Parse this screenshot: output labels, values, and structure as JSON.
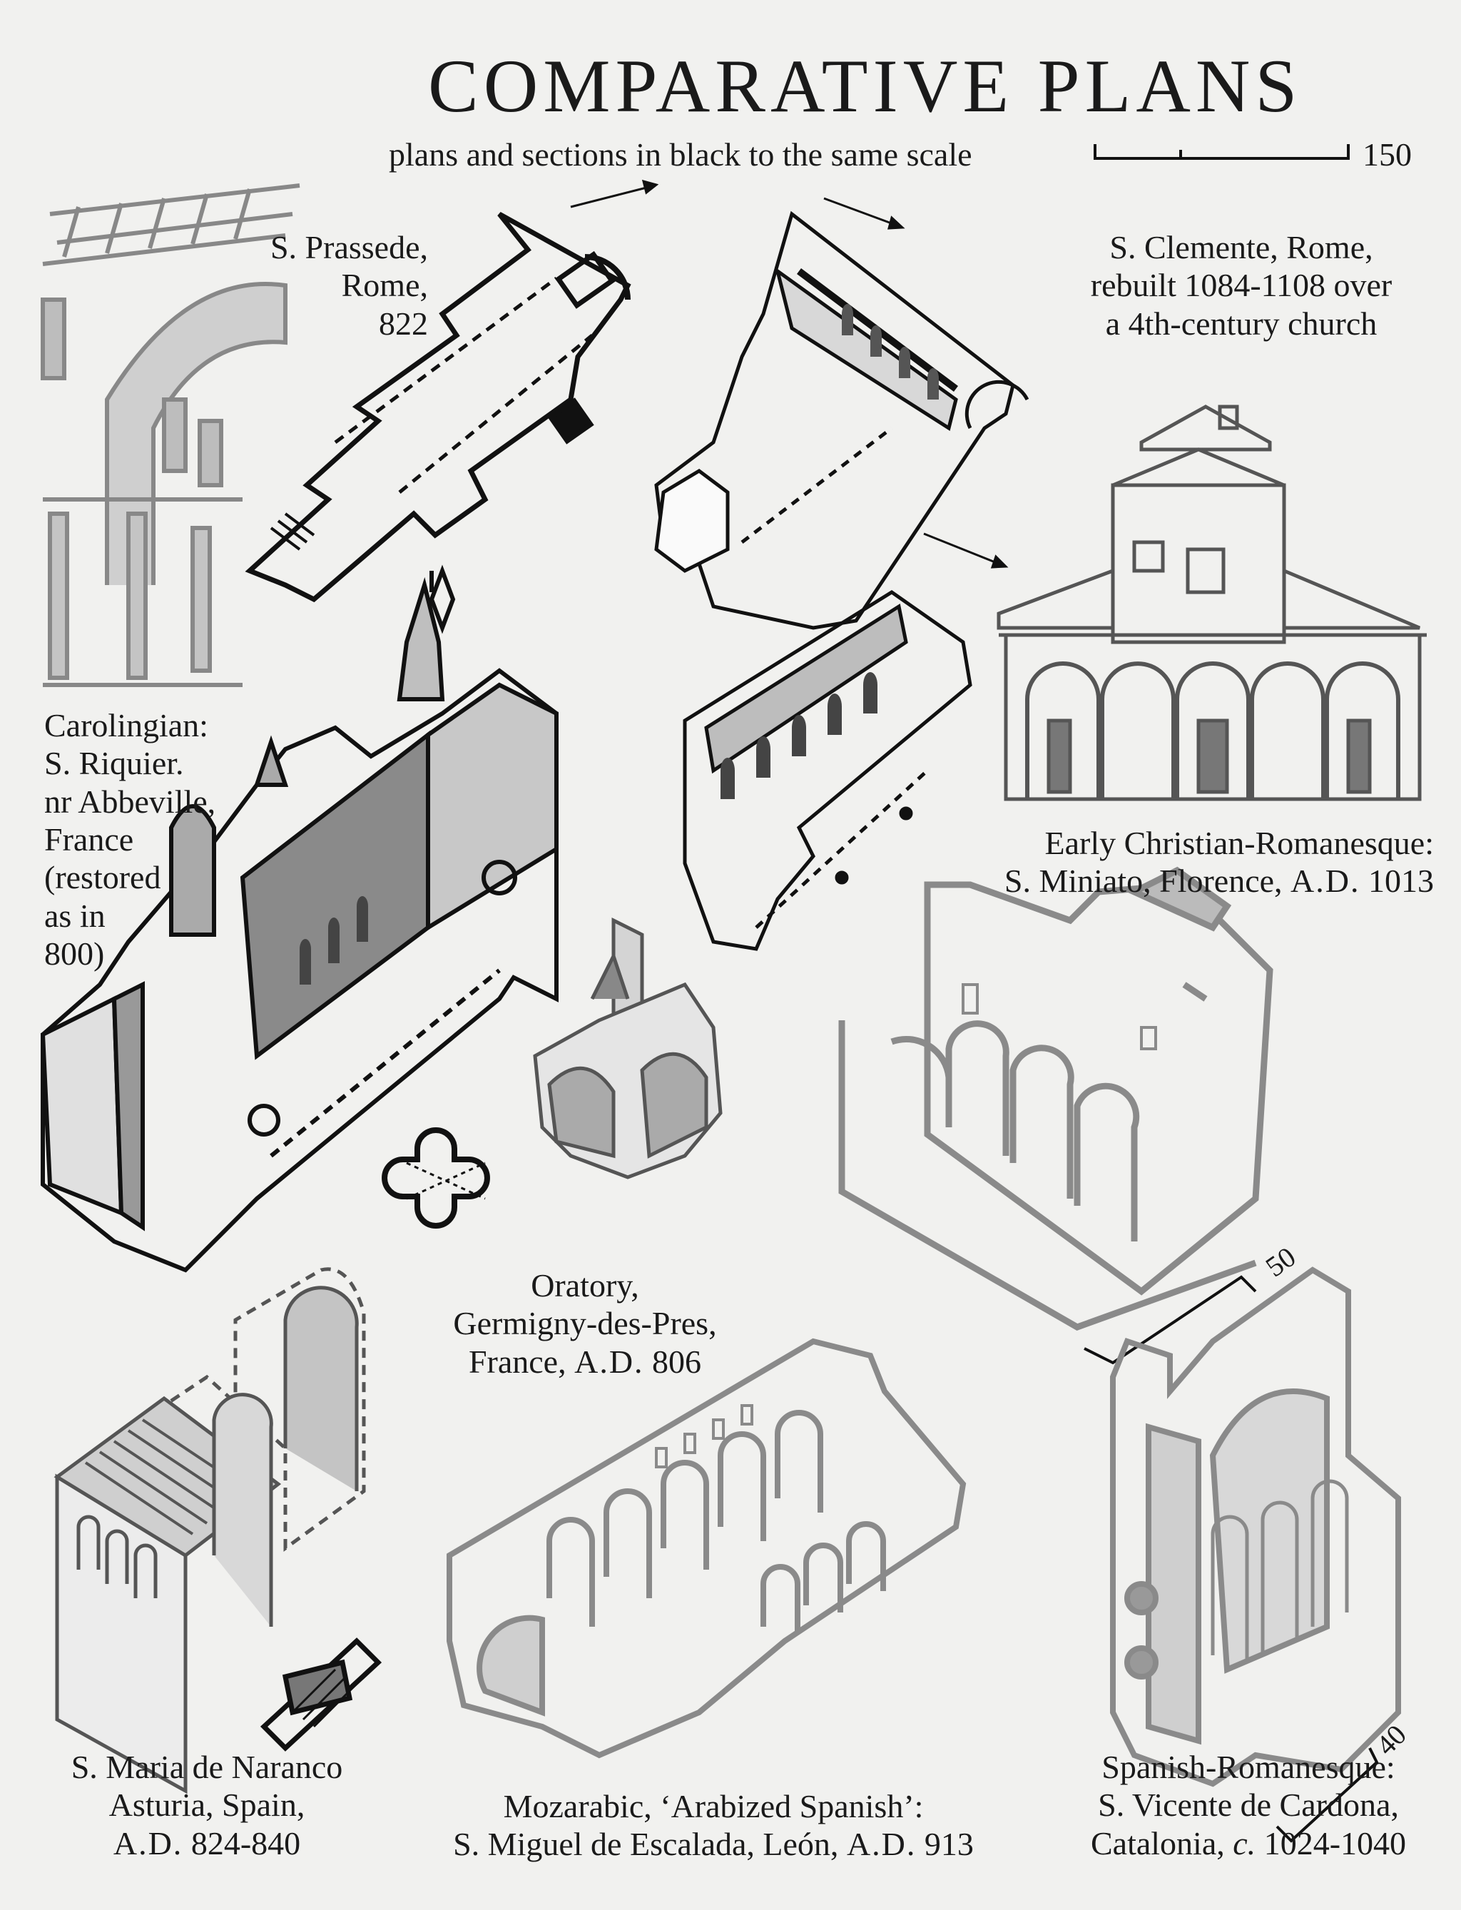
{
  "header": {
    "title": "COMPARATIVE PLANS",
    "subtitle": "plans and sections in black to the same scale",
    "scale_value": "150"
  },
  "captions": {
    "prassede": [
      "S. Prassede,",
      "Rome,",
      "822"
    ],
    "clemente": [
      "S. Clemente, Rome,",
      "rebuilt 1084-1108 over",
      "a 4th-century church"
    ],
    "carolingian": [
      "Carolingian:",
      "S. Riquier.",
      "nr Abbeville,",
      "France",
      "(restored",
      "as in",
      "800)"
    ],
    "miniato": {
      "line1": "Early Christian-Romanesque:",
      "line2_text": "S. Miniato, Florence,",
      "line2_era": "A.D.",
      "line2_year": "1013"
    },
    "oratory": {
      "line1": "Oratory,",
      "line2": "Germigny-des-Pres,",
      "line3_text": "France,",
      "line3_era": "A.D.",
      "line3_year": "806"
    },
    "naranco": {
      "line1": "S. Maria de Naranco",
      "line2": "Asturia, Spain,",
      "line3_era": "A.D.",
      "line3_year": "824-840"
    },
    "mozarabic": {
      "line1": "Mozarabic, ‘Arabized Spanish’:",
      "line2_text": "S. Miguel de Escalada, León,",
      "line2_era": "A.D.",
      "line2_year": "913"
    },
    "cardona": {
      "line1": "Spanish-Romanesque:",
      "line2": "S. Vicente de Cardona,",
      "line3_text": "Catalonia,",
      "line3_c": "c.",
      "line3_year": "1024-1040"
    }
  },
  "scale_labels": {
    "miniato": "50",
    "cardona": "40"
  }
}
